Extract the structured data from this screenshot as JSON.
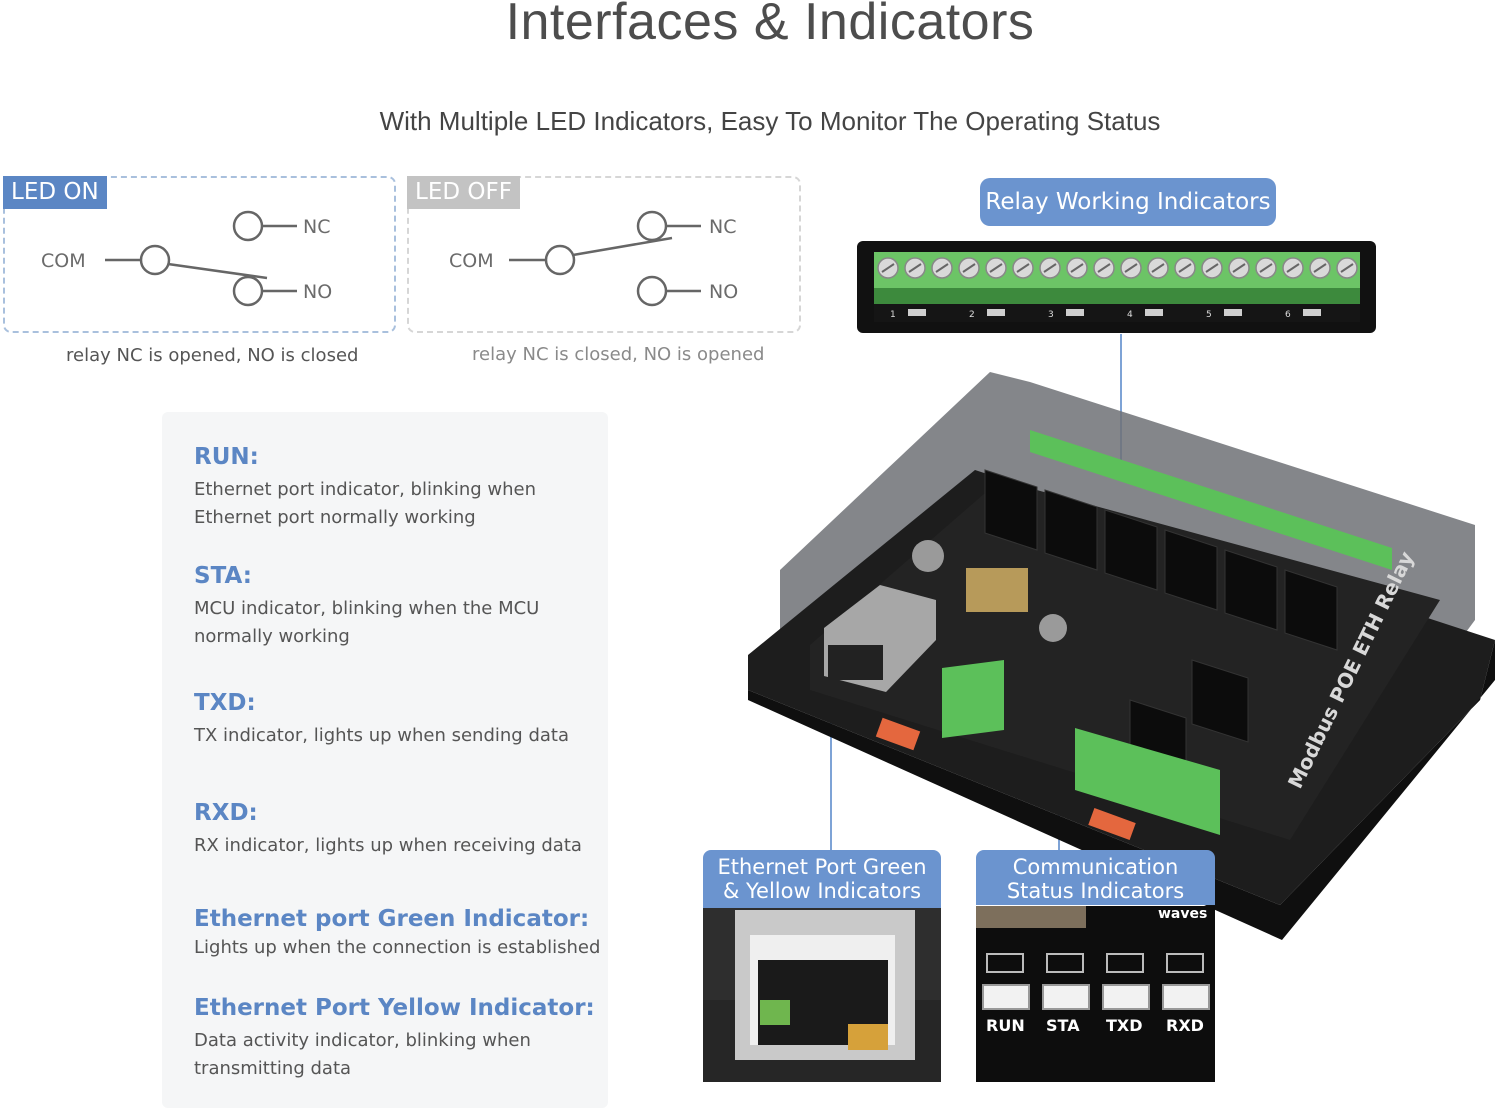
{
  "header": {
    "title": "Interfaces & Indicators",
    "subtitle": "With Multiple LED Indicators, Easy To Monitor The Operating Status"
  },
  "led_on": {
    "tag": "LED ON",
    "com": "COM",
    "nc": "NC",
    "no": "NO",
    "caption": "relay NC is opened, NO is closed"
  },
  "led_off": {
    "tag": "LED OFF",
    "com": "COM",
    "nc": "NC",
    "no": "NO",
    "caption": "relay NC is closed, NO is opened"
  },
  "indicators": [
    {
      "title": "RUN:",
      "desc1": "Ethernet port indicator, blinking when",
      "desc2": "Ethernet port normally working"
    },
    {
      "title": "STA:",
      "desc1": "MCU indicator, blinking when the MCU",
      "desc2": "normally working"
    },
    {
      "title": "TXD:",
      "desc1": "TX indicator, lights up when sending data",
      "desc2": ""
    },
    {
      "title": "RXD:",
      "desc1": "RX indicator, lights up when receiving data",
      "desc2": ""
    },
    {
      "title": "Ethernet port Green Indicator:",
      "desc1": "Lights up when the connection is established",
      "desc2": ""
    },
    {
      "title": "Ethernet Port Yellow Indicator:",
      "desc1": "Data activity indicator, blinking when",
      "desc2": "transmitting data"
    }
  ],
  "callouts": {
    "relay": "Relay Working Indicators",
    "eth_line1": "Ethernet Port Green",
    "eth_line2": "& Yellow Indicators",
    "com_line1": "Communication",
    "com_line2": "Status Indicators"
  },
  "board": {
    "product_label": "Modbus POE ETH Relay",
    "relay_numbers": [
      "1",
      "2",
      "3",
      "4",
      "5",
      "6"
    ],
    "led_labels": [
      "RUN",
      "STA",
      "TXD",
      "RXD"
    ],
    "waves_text": "waves"
  },
  "colors": {
    "accent": "#5b86c4",
    "callout": "#6b94cf",
    "terminal_green": "#5cc05a",
    "board_dark": "#1b1b1b"
  }
}
